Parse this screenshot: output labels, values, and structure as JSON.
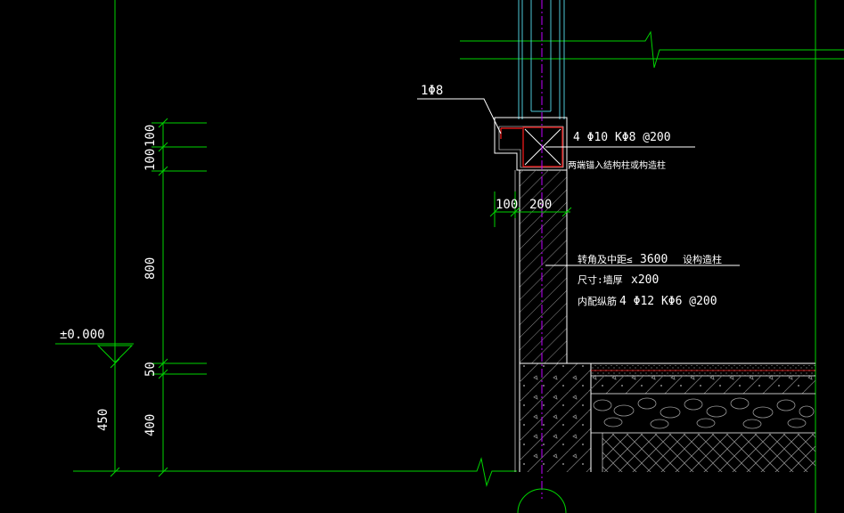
{
  "colors": {
    "background": "#000000",
    "dimension_line": "#00d400",
    "wall_outline": "#ffffff",
    "hatch": "#8a8a8a",
    "axis": "#c000ff",
    "column_top": "#4ec9d8",
    "rebar": "#ff1a1a",
    "text": "#ffffff"
  },
  "labels": {
    "rebar_tag": "1Φ8",
    "beam_rebar": "4 Φ10 KΦ8 @200",
    "beam_note": "两端锚入结构柱或构造柱",
    "width_left": "100",
    "width_right": "200",
    "column_note": "转角及中距≤",
    "column_spacing": "3600",
    "column_set": "设构造柱",
    "size_label": "尺寸:墙厚",
    "size_value": "x200",
    "inner_rebar_label": "内配纵筋",
    "inner_rebar_value": "4 Φ12 KΦ6 @200",
    "elevation": "±0.000",
    "dims": [
      "100",
      "100",
      "800",
      "50",
      "400",
      "450"
    ]
  }
}
